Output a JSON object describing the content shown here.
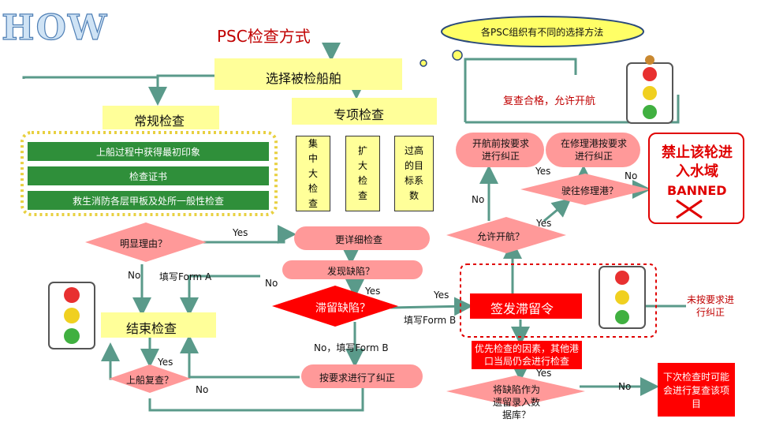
{
  "logo": "HOW",
  "title": "PSC检查方式",
  "cloud_note": "各PSC组织有不同的选择方法",
  "select_ship": "选择被检船舶",
  "recheck_pass": "复查合格，允许开航",
  "routine": "常规检查",
  "special": "专项检查",
  "routine_items": [
    "上船过程中获得最初印象",
    "检查证书",
    "救生消防各层甲板及处所一般性检查"
  ],
  "special_cols": [
    "集中大检查",
    "扩大检查",
    "过高的目标系数"
  ],
  "obvious_reason": "明显理由？",
  "form_a": "填写Form A",
  "no": "No",
  "yes": "Yes",
  "end_check": "结束检查",
  "recheck_board": "上船复查？",
  "detailed": "更详细检查",
  "defects_found": "发现缺陷？",
  "detain_q": "滞留缺陷？",
  "form_b_yes": "填写Form B",
  "no_form_b": "No，填写Form B",
  "rectify": "按要求进行了纠正",
  "fix_before": "开航前按要求进行纠正",
  "repair_port": "在修理港按要求进行纠正",
  "go_repair": "驶往修理港？",
  "allow_sail": "允许开航？",
  "ban_title": "禁止该轮进入水域",
  "ban_en": "BANNED",
  "issue_detention": "签发滞留令",
  "not_rectified": "未按要求进行纠正",
  "priority_note": "优先检查的因素，其他港口当局仍会进行检查",
  "record_db": "将缺陷作为遗留录入数据库？",
  "next_check": "下次检查时可能会进行复查该项目",
  "colors": {
    "green": "#2f8f3a",
    "yellow": "#ffff99",
    "red": "#ff0000",
    "pink": "#ff9999",
    "line": "#5a9a8a"
  }
}
